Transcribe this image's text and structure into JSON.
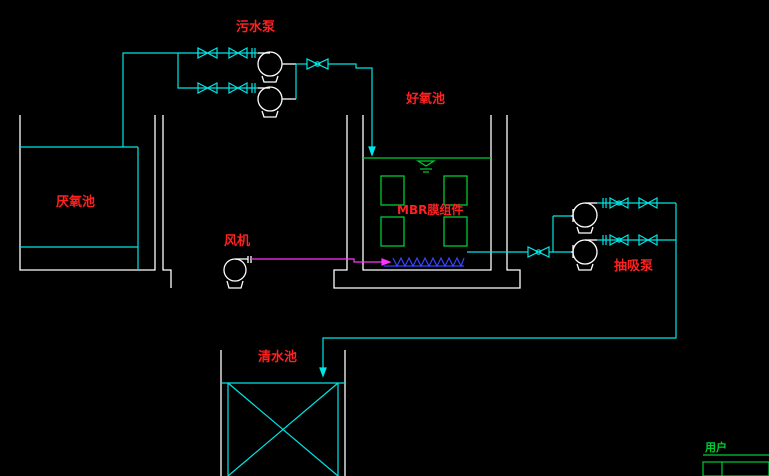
{
  "colors": {
    "background": "#000000",
    "structure": "#ffffff",
    "pipe": "#00e5e5",
    "water": "#00cc33",
    "membrane": "#00cc33",
    "air": "#ff33ff",
    "diffuser": "#3344ff",
    "label": "#ff2020",
    "title_block": "#00cc33"
  },
  "labels": {
    "sewage_pump": "污水泵",
    "aerobic_tank": "好氧池",
    "anoxic_tank": "厌氧池",
    "mbr_module": "MBR膜组件",
    "blower": "风机",
    "suction_pump": "抽吸泵",
    "clear_water_tank": "清水池"
  },
  "title_block": {
    "user_label": "用户"
  }
}
